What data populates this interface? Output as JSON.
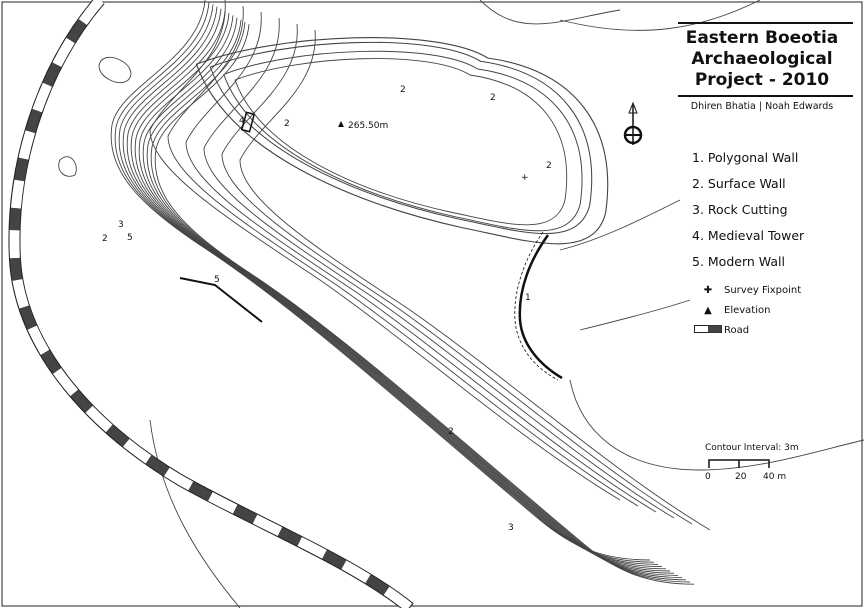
{
  "title": {
    "line1": "Eastern Boeotia",
    "line2": "Archaeological",
    "line3": "Project - 2010"
  },
  "authors": "Dhiren Bhatia | Noah Edwards",
  "legend": {
    "features": [
      "1. Polygonal Wall",
      "2. Surface Wall",
      "3. Rock Cutting",
      "4. Medieval Tower",
      "5. Modern Wall"
    ],
    "symbols": [
      {
        "icon": "plus-icon",
        "label": "Survey Fixpoint"
      },
      {
        "icon": "triangle-icon",
        "label": "Elevation"
      },
      {
        "icon": "road-icon",
        "label": "Road"
      }
    ]
  },
  "north_arrow": {
    "icon": "north-arrow-icon"
  },
  "scale": {
    "interval": "Contour Interval: 3m",
    "ticks": [
      "0",
      "20",
      "40 m"
    ]
  },
  "map_labels": {
    "elevation": "265.50m",
    "f1": "1",
    "f2a": "2",
    "f2b": "2",
    "f2c": "2",
    "f2d": "2",
    "f2e": "2",
    "f2f": "2",
    "f3a": "3",
    "f3b": "3",
    "f4": "4",
    "f5a": "5",
    "f5b": "5"
  }
}
